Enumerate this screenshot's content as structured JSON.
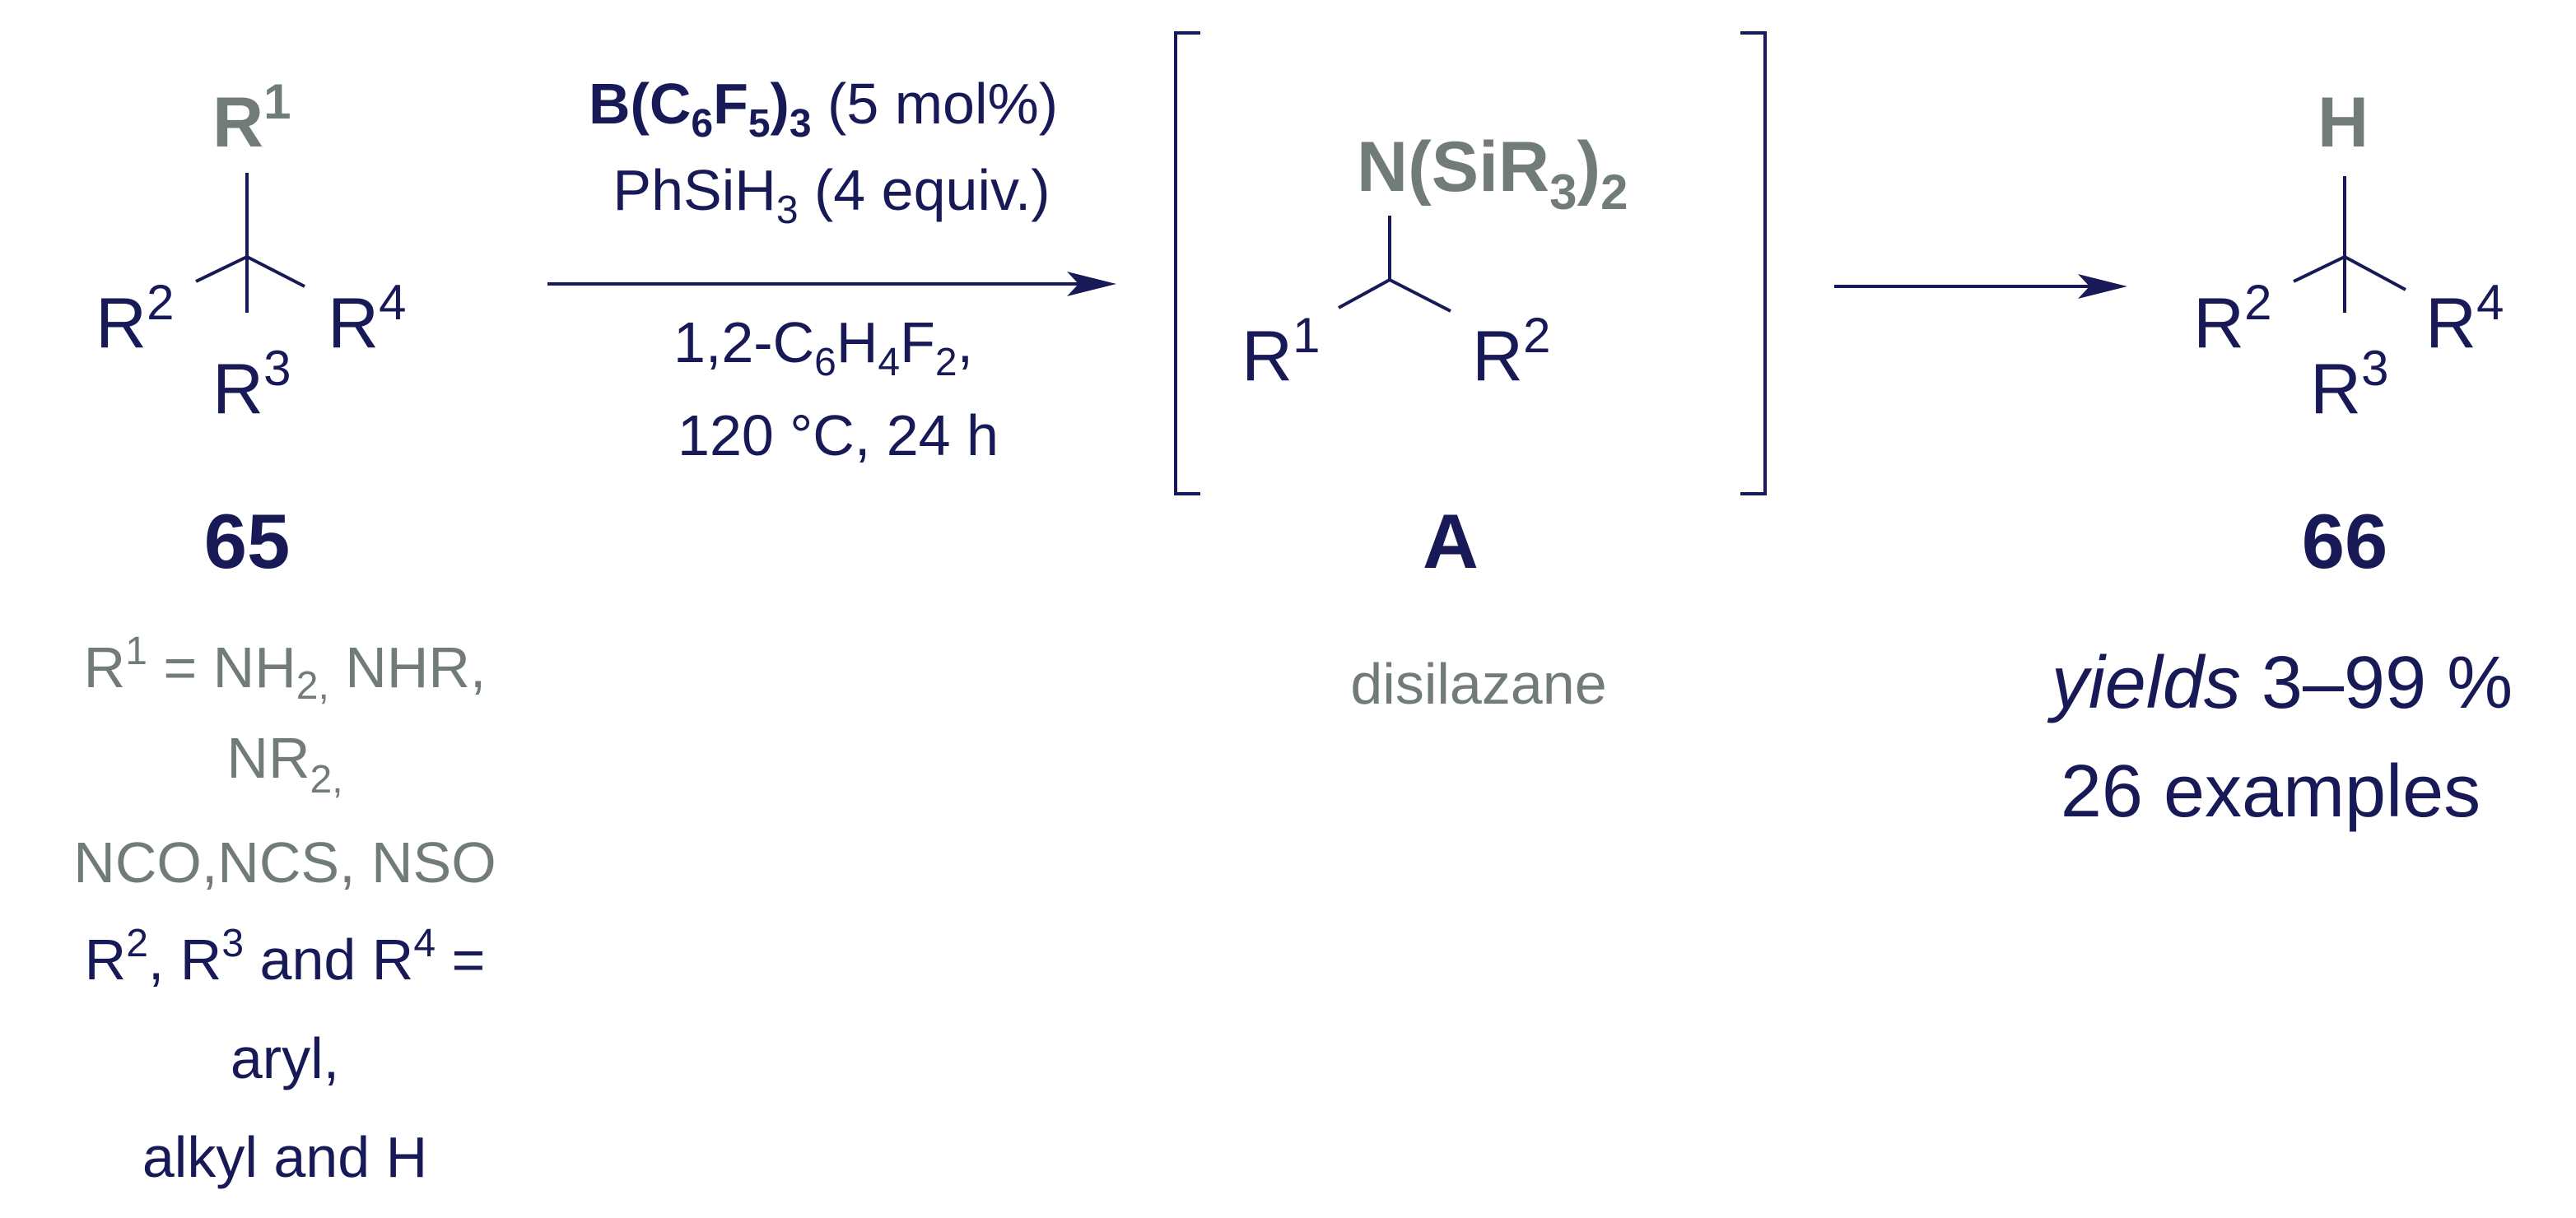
{
  "reactant": {
    "substituents": {
      "r1": "R",
      "r1_sup": "1",
      "r2": "R",
      "r2_sup": "2",
      "r3": "R",
      "r3_sup": "3",
      "r4": "R",
      "r4_sup": "4"
    },
    "label": "65",
    "notes": {
      "line1_a": "R",
      "line1_sup": "1",
      "line1_b": " = NH",
      "line1_sub": "2,",
      "line1_c": " NHR,",
      "line2_a": "NR",
      "line2_sub": "2,",
      "line3": "NCO,NCS, NSO",
      "line4_a": "R",
      "line4_sup1": "2",
      "line4_b": ", R",
      "line4_sup2": "3",
      "line4_c": " and R",
      "line4_sup3": "4",
      "line4_d": " =",
      "line5": "aryl,",
      "line6": "alkyl and H"
    }
  },
  "conditions": {
    "catalyst_a": "B(C",
    "catalyst_sub1": "6",
    "catalyst_b": "F",
    "catalyst_sub2": "5",
    "catalyst_c": ")",
    "catalyst_sub3": "3",
    "catalyst_loading": " (5 mol%)",
    "silane_a": "PhSiH",
    "silane_sub": "3",
    "silane_b": " (4 equiv.)",
    "solvent_a": "1,2-C",
    "solvent_sub1": "6",
    "solvent_b": "H",
    "solvent_sub2": "4",
    "solvent_c": "F",
    "solvent_sub3": "2",
    "solvent_d": ",",
    "temp_time": "120 °C, 24 h"
  },
  "intermediate": {
    "group_a": "N(SiR",
    "group_sub1": "3",
    "group_b": ")",
    "group_sub2": "2",
    "r1": "R",
    "r1_sup": "1",
    "r2": "R",
    "r2_sup": "2",
    "label": "A",
    "caption": "disilazane"
  },
  "product": {
    "h": "H",
    "r2": "R",
    "r2_sup": "2",
    "r3": "R",
    "r3_sup": "3",
    "r4": "R",
    "r4_sup": "4",
    "label": "66",
    "yield_italic": "yields",
    "yield_value": " 3–99 %",
    "examples": "26 examples"
  },
  "colors": {
    "structure": "#171a57",
    "substituent_highlight": "#717b79"
  }
}
